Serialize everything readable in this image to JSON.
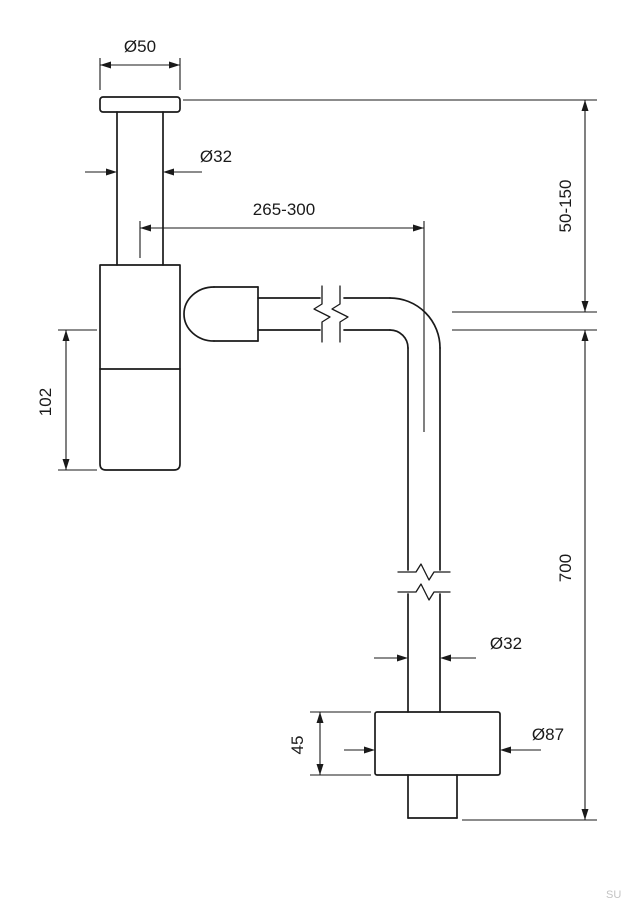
{
  "page": {
    "background": "#ffffff",
    "line_color": "#1a1a1a",
    "watermark": "SU"
  },
  "diagram": {
    "type": "technical-drawing",
    "subject": "wall-mounted bottle trap siphon with dimensions",
    "dimensions": {
      "cap_diameter": "Ø50",
      "inlet_diameter": "Ø32",
      "horizontal_reach": "265-300",
      "height_adjust": "50-150",
      "trap_body_height": "102",
      "vertical_length": "700",
      "flange_depth": "45",
      "outlet_pipe_diameter": "Ø32",
      "flange_diameter": "Ø87"
    }
  }
}
